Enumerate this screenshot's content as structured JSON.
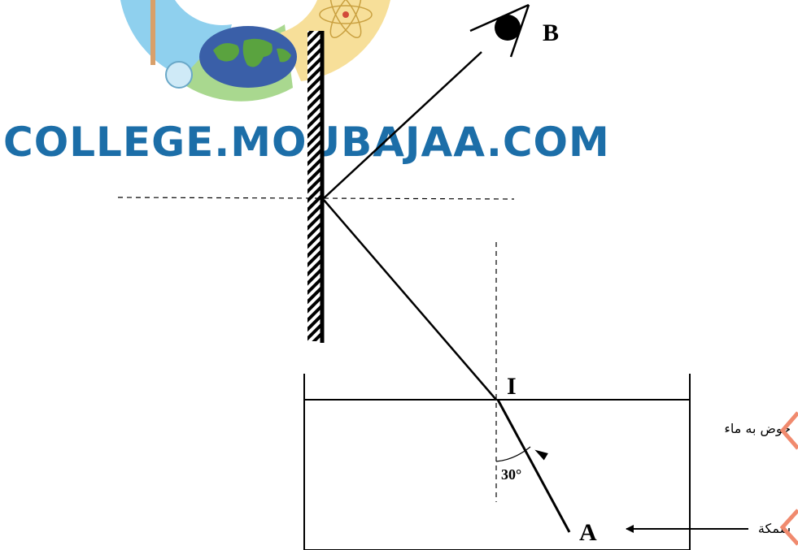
{
  "watermark": {
    "text": "COLLEGE.MOUBAJAA.COM",
    "logo_colors": {
      "ring_left": "#8fd0ee",
      "ring_bottom": "#a9d88f",
      "ring_right": "#f7df99",
      "water": "#3a5fa8",
      "land": "#5aa33f"
    }
  },
  "labels": {
    "observer": "B",
    "incidence_point": "I",
    "fish_point": "A",
    "angle": "30°",
    "tank_label": "حوض به ماء",
    "fish_label": "سمكة"
  },
  "colors": {
    "ink": "#000000",
    "watermark_text": "#1c6ea8",
    "callout_mark": "#f08a6e"
  }
}
